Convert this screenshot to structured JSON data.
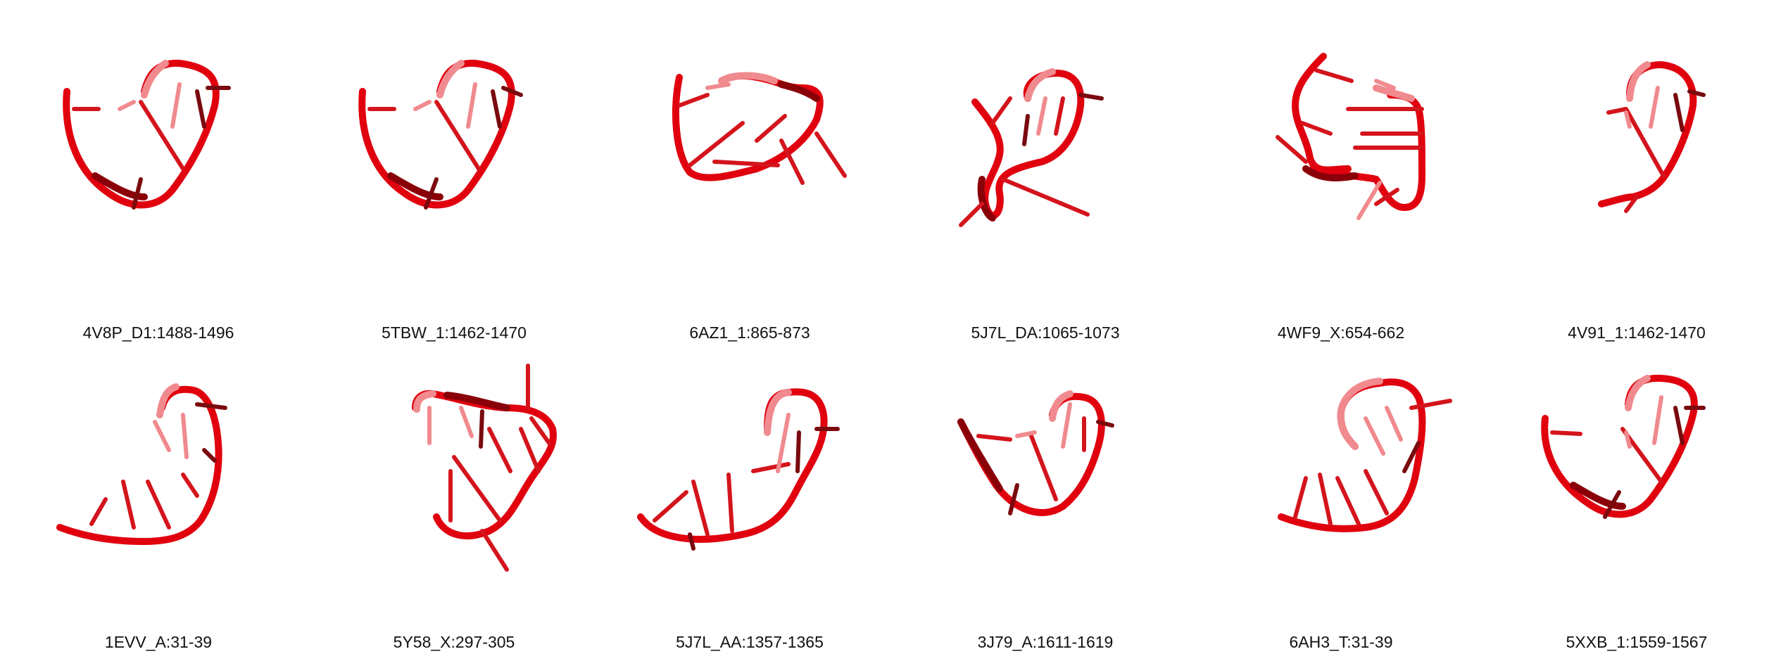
{
  "figure": {
    "background": "#ffffff",
    "colors": {
      "backbone": "#e0000e",
      "backbone_dark": "#8a0008",
      "backbone_faded": "#f08a8e",
      "base": "#d4141c",
      "base_dark": "#7a0a0e"
    },
    "rows": [
      {
        "panels": [
          {
            "label": "4V8P_D1:1488-1496",
            "icon": "rna-hairpin-structure"
          },
          {
            "label": "5TBW_1:1462-1470",
            "icon": "rna-hairpin-structure"
          },
          {
            "label": "6AZ1_1:865-873",
            "icon": "rna-hairpin-structure"
          },
          {
            "label": "5J7L_DA:1065-1073",
            "icon": "rna-hairpin-structure"
          },
          {
            "label": "4WF9_X:654-662",
            "icon": "rna-hairpin-structure"
          },
          {
            "label": "4V91_1:1462-1470",
            "icon": "rna-hairpin-structure"
          }
        ]
      },
      {
        "panels": [
          {
            "label": "1EVV_A:31-39",
            "icon": "rna-hairpin-structure"
          },
          {
            "label": "5Y58_X:297-305",
            "icon": "rna-hairpin-structure"
          },
          {
            "label": "5J7L_AA:1357-1365",
            "icon": "rna-hairpin-structure"
          },
          {
            "label": "3J79_A:1611-1619",
            "icon": "rna-hairpin-structure"
          },
          {
            "label": "6AH3_T:31-39",
            "icon": "rna-hairpin-structure"
          },
          {
            "label": "5XXB_1:1559-1567",
            "icon": "rna-hairpin-structure"
          }
        ]
      }
    ]
  }
}
